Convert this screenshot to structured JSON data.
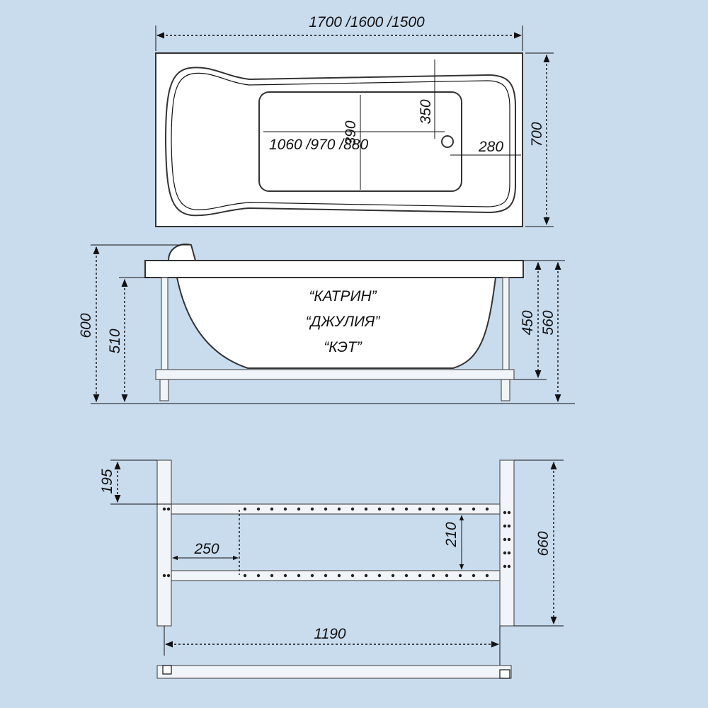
{
  "colors": {
    "background": "#c9dcee",
    "object_fill": "#ffffff",
    "line": "#111111"
  },
  "top_view": {
    "length_label": "1700 /1600 /1500",
    "width_label": "700",
    "seat_width_label": "390",
    "drain_offset_label": "350",
    "inner_length_label": "1060 /970 /880",
    "drain_side_label": "280"
  },
  "side_view": {
    "model_names": [
      "“КАТРИН”",
      "“ДЖУЛИЯ”",
      "“КЭТ”"
    ],
    "total_height_label": "600",
    "frame_height_label": "510",
    "tub_depth_label": "450",
    "rim_height_label": "560"
  },
  "frame_view": {
    "offset_label": "195",
    "rail_spacing_label": "210",
    "leg_offset_label": "250",
    "depth_label": "660",
    "length_label": "1190"
  }
}
